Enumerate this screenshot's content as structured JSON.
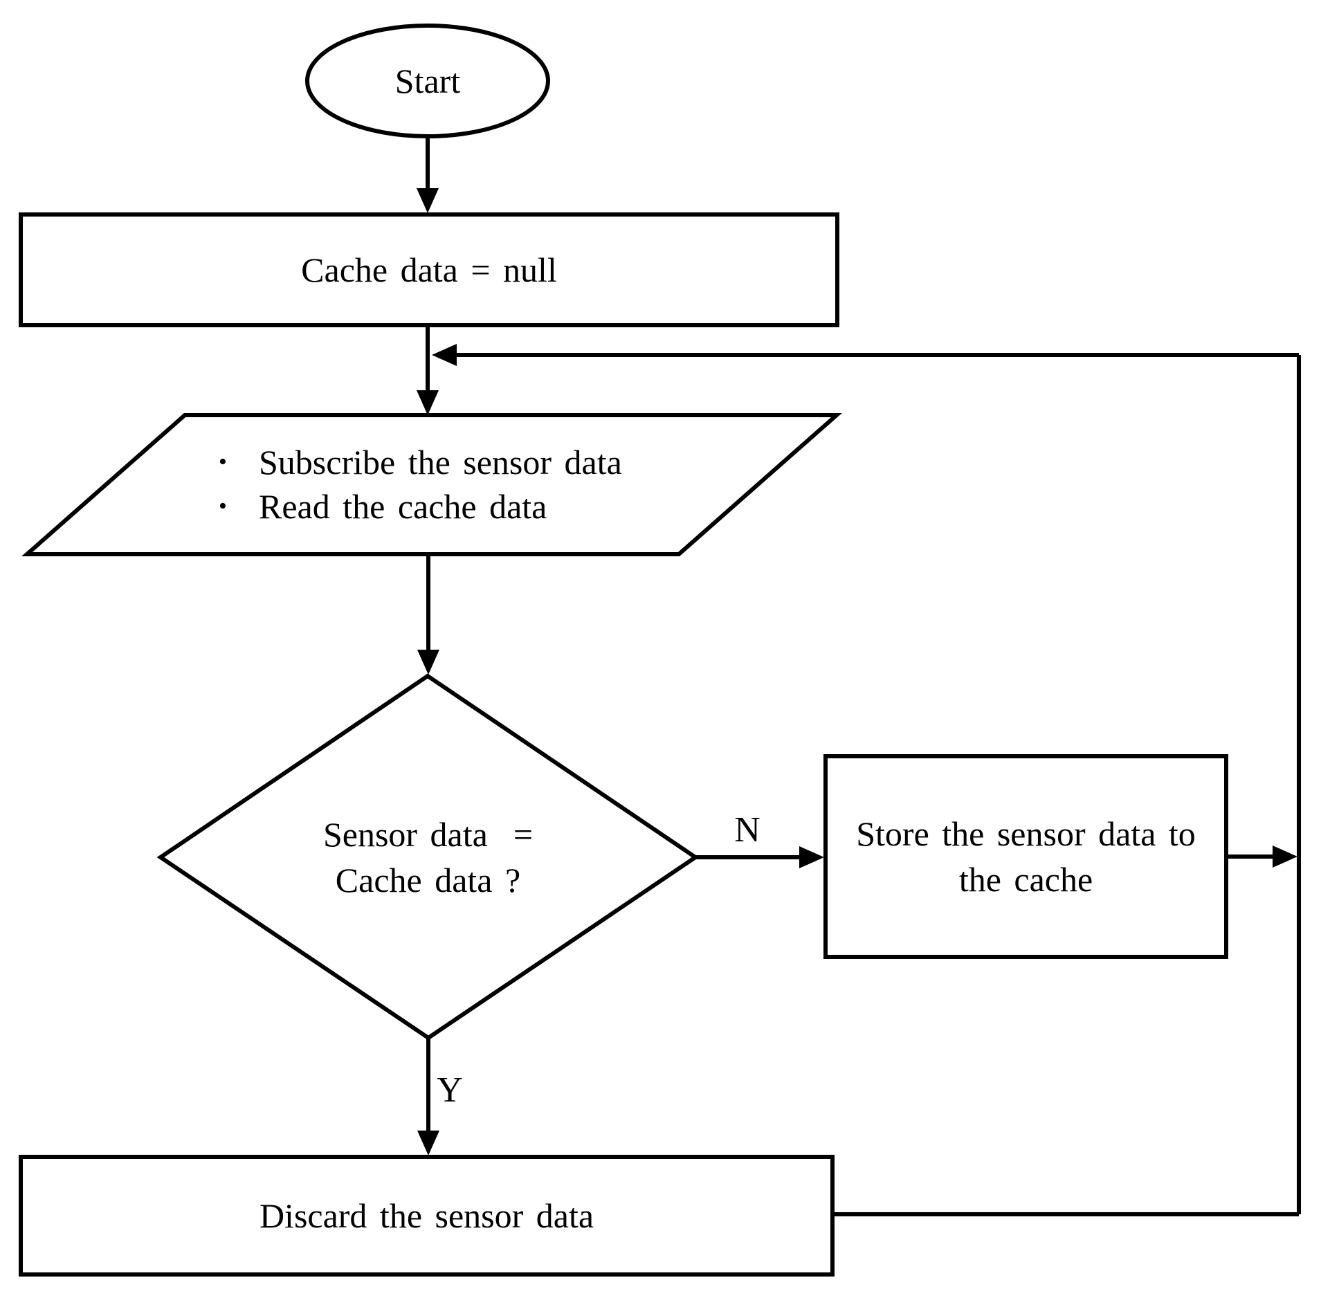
{
  "figure": {
    "type": "flowchart",
    "colors": {
      "stroke": "#000000",
      "fill": "#ffffff",
      "text": "#000000"
    }
  },
  "nodes": {
    "start": {
      "type": "terminator",
      "label": "Start"
    },
    "init": {
      "type": "process",
      "label": "Cache data = null"
    },
    "io": {
      "type": "input-output",
      "bullet": "•",
      "items": [
        "Subscribe the sensor data",
        "Read the cache data"
      ]
    },
    "decision": {
      "type": "decision",
      "line1": "Sensor data  =",
      "line2": "Cache data ?"
    },
    "store": {
      "type": "process",
      "line1": "Store the sensor data to",
      "line2": "the cache"
    },
    "discard": {
      "type": "process",
      "label": "Discard the sensor data"
    }
  },
  "edges": {
    "no_label": "N",
    "yes_label": "Y"
  }
}
